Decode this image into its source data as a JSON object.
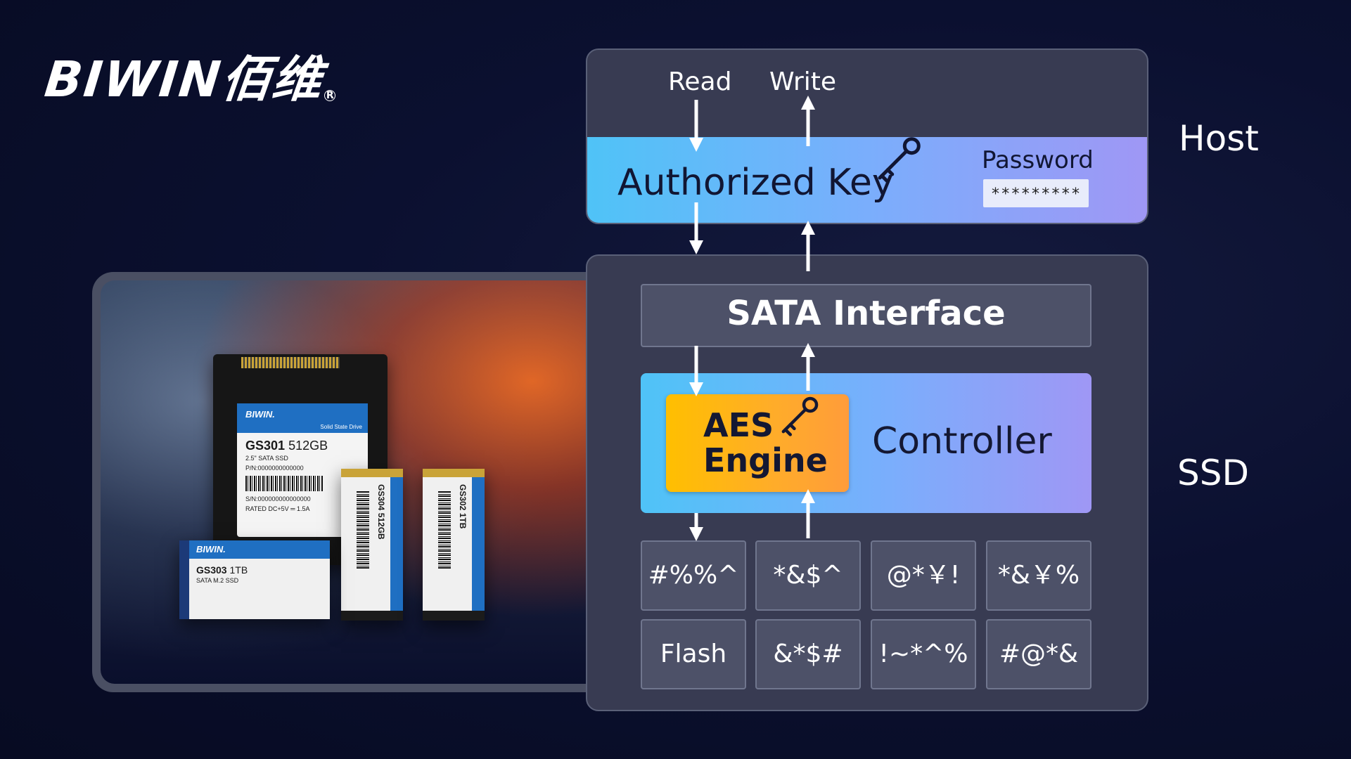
{
  "logo": {
    "brand": "BIWIN佰维",
    "registered": "R"
  },
  "photo": {
    "drive_25": {
      "band": "BIWIN.",
      "band_sub": "Solid State Drive",
      "model": "GS301",
      "capacity": "512GB",
      "form": "2.5\" SATA SSD",
      "pn": "P/N:0000000000000",
      "sn": "S/N:000000000000000",
      "rated": "RATED DC+5V ═ 1.5A"
    },
    "drive_m2": {
      "band": "BIWIN.",
      "model": "GS303",
      "capacity": "1TB",
      "form": "SATA M.2 SSD"
    },
    "drive_msata_1": {
      "text": "GS304 512GB"
    },
    "drive_msata_2": {
      "text": "GS302 1TB"
    }
  },
  "diagram": {
    "host": {
      "read": "Read",
      "write": "Write",
      "authorized_key": "Authorized Key",
      "password_label": "Password",
      "password_value": "*********",
      "side_label": "Host"
    },
    "ssd": {
      "sata": "SATA Interface",
      "aes_line1": "AES",
      "aes_line2": "Engine",
      "controller": "Controller",
      "side_label": "SSD",
      "cells": [
        "#%%^",
        "*&$^",
        "@*￥!",
        "*&￥%",
        "Flash",
        "&*$#",
        "!~*^%",
        "#@*&"
      ]
    },
    "colors": {
      "background": "#0b1030",
      "panel": "#383b52",
      "panel_inner": "#4d5168",
      "gradient_start": "#4fc3f7",
      "gradient_end": "#9f97f5",
      "aes_start": "#ffbf00",
      "aes_end": "#ff9c3a",
      "dark_text": "#111633"
    },
    "icons": [
      "key-icon"
    ]
  }
}
